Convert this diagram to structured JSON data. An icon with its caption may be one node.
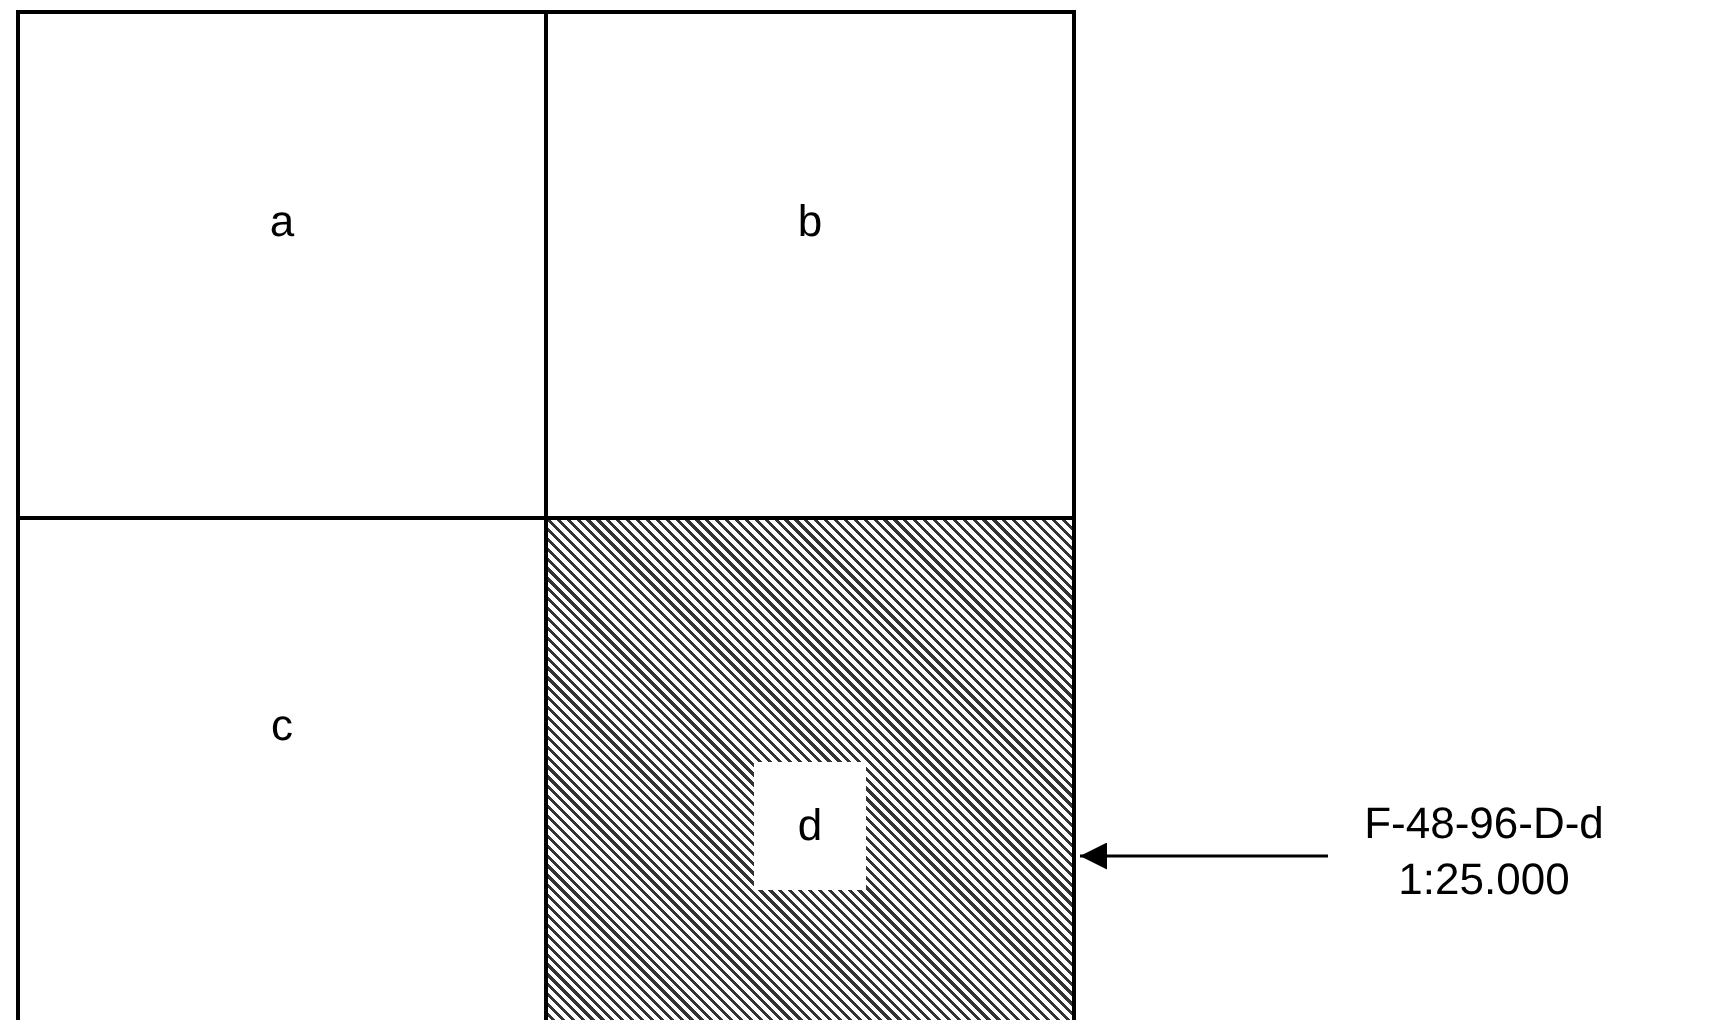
{
  "diagram": {
    "nodes": [
      {
        "text": [
          "a"
        ]
      },
      {
        "text": [
          "b"
        ]
      },
      {
        "text": [
          "c"
        ]
      },
      {
        "text": [
          "d"
        ]
      },
      {
        "text": [
          "F-48-96-D-d",
          "1:25.000"
        ]
      }
    ],
    "edges": [
      {
        "from": 4,
        "to": 3,
        "arrow": "to"
      }
    ]
  }
}
